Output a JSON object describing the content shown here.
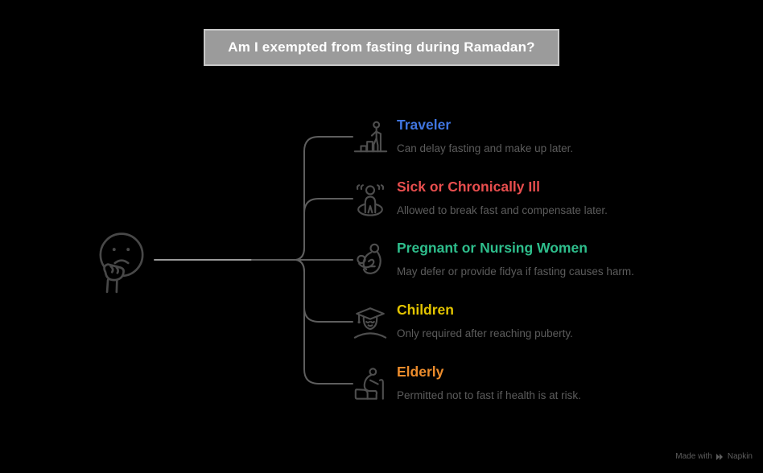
{
  "page": {
    "background": "#000000"
  },
  "title": {
    "text": "Am I exempted from fasting during Ramadan?",
    "bg": "#9b9b9b",
    "border": "#c8c8c8",
    "text_color": "#ffffff"
  },
  "root": {
    "icon": "thinking-face-icon"
  },
  "connector": {
    "dark": "#5e5e5e",
    "light": "#9a9a9a"
  },
  "branches": [
    {
      "label": "Traveler",
      "color": "#4075e0",
      "description": "Can delay fasting and make up later.",
      "icon": "traveler-stairs-icon"
    },
    {
      "label": "Sick or Chronically Ill",
      "color": "#e84e4e",
      "description": "Allowed to break fast and compensate later.",
      "icon": "dizzy-person-icon"
    },
    {
      "label": "Pregnant or Nursing Women",
      "color": "#2ebe8c",
      "description": "May defer or provide fidya if fasting causes harm.",
      "icon": "mother-baby-icon"
    },
    {
      "label": "Children",
      "color": "#e3c400",
      "description": "Only required after reaching puberty.",
      "icon": "graduate-child-icon"
    },
    {
      "label": "Elderly",
      "color": "#ec8c2c",
      "description": "Permitted not to fast if health is at risk.",
      "icon": "elderly-cane-icon"
    }
  ],
  "footer": {
    "made_with": "Made with",
    "brand": "Napkin",
    "logo_icon": "napkin-logo-icon",
    "color": "#5e5e5e"
  }
}
